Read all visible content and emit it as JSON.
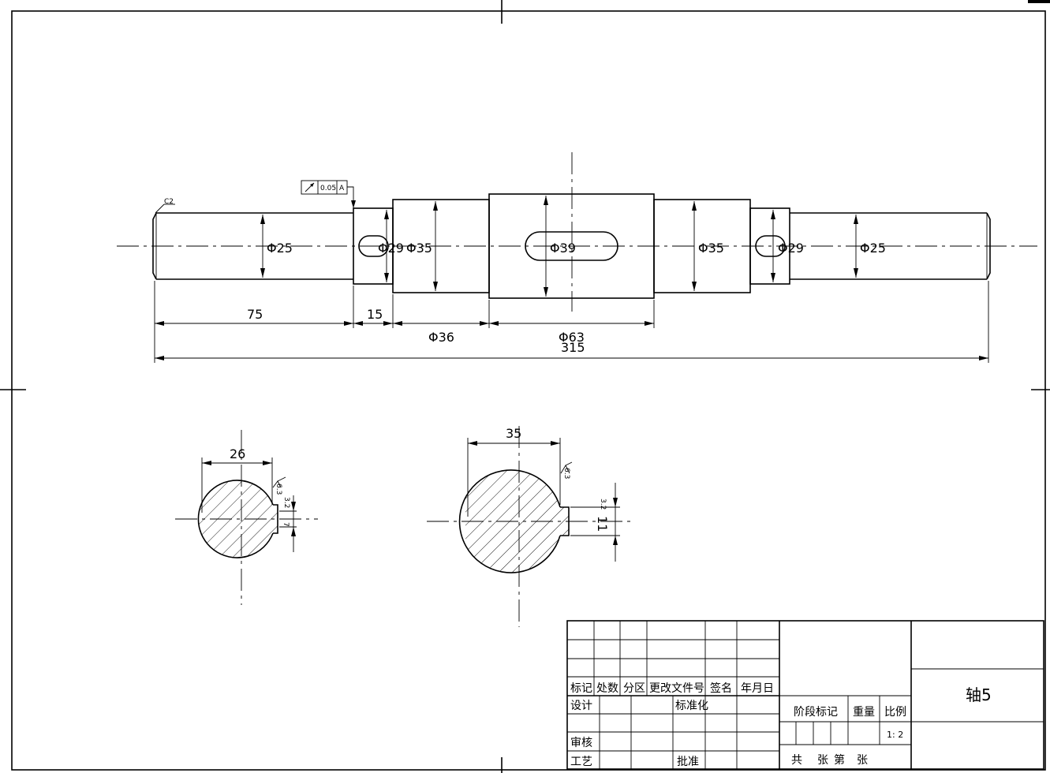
{
  "drawing": {
    "main_view": {
      "chamfer": "C2",
      "tolerance": {
        "value": "0.05",
        "datum": "A"
      },
      "diameters": [
        "Φ25",
        "Φ29",
        "Φ35",
        "Φ39",
        "Φ35",
        "Φ29",
        "Φ25"
      ],
      "lengths": {
        "seg1": "75",
        "seg2": "15",
        "seg3": "Φ36",
        "seg4": "Φ63",
        "total": "315"
      }
    },
    "section_left": {
      "width": "26",
      "roughness": "6.3",
      "roughness2": "3.2",
      "key": "7"
    },
    "section_right": {
      "width": "35",
      "roughness": "6.3",
      "roughness2": "3.2",
      "key": "11"
    }
  },
  "title_block": {
    "header_row": [
      "标记",
      "处数",
      "分区",
      "更改文件号",
      "签名",
      "年月日"
    ],
    "design": "设计",
    "standardization": "标准化",
    "review": "审核",
    "process": "工艺",
    "approve": "批准",
    "stage_mark": "阶段标记",
    "weight": "重量",
    "scale_label": "比例",
    "scale_value": "1: 2",
    "sheet_text": [
      "共",
      "张",
      "第",
      "张"
    ],
    "part_name": "轴5"
  }
}
